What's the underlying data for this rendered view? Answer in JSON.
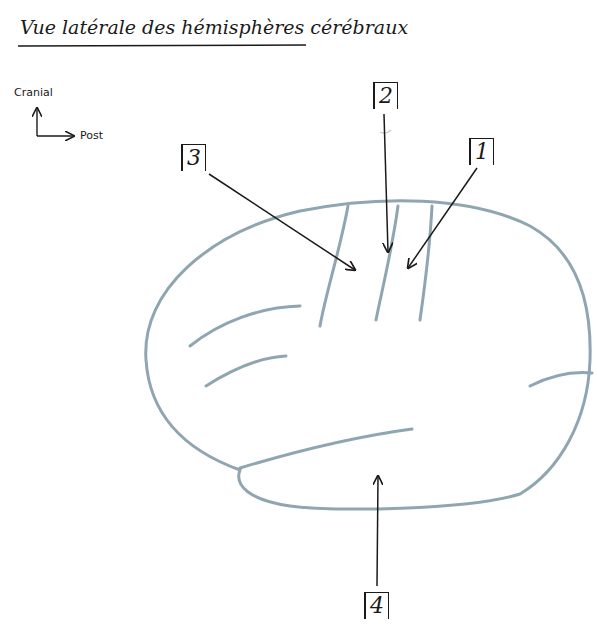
{
  "diagram": {
    "title": "Vue latérale des hémisphères cérébraux",
    "labels": [
      "Cranial",
      "Post",
      "2",
      "3",
      "1",
      "4"
    ]
  }
}
